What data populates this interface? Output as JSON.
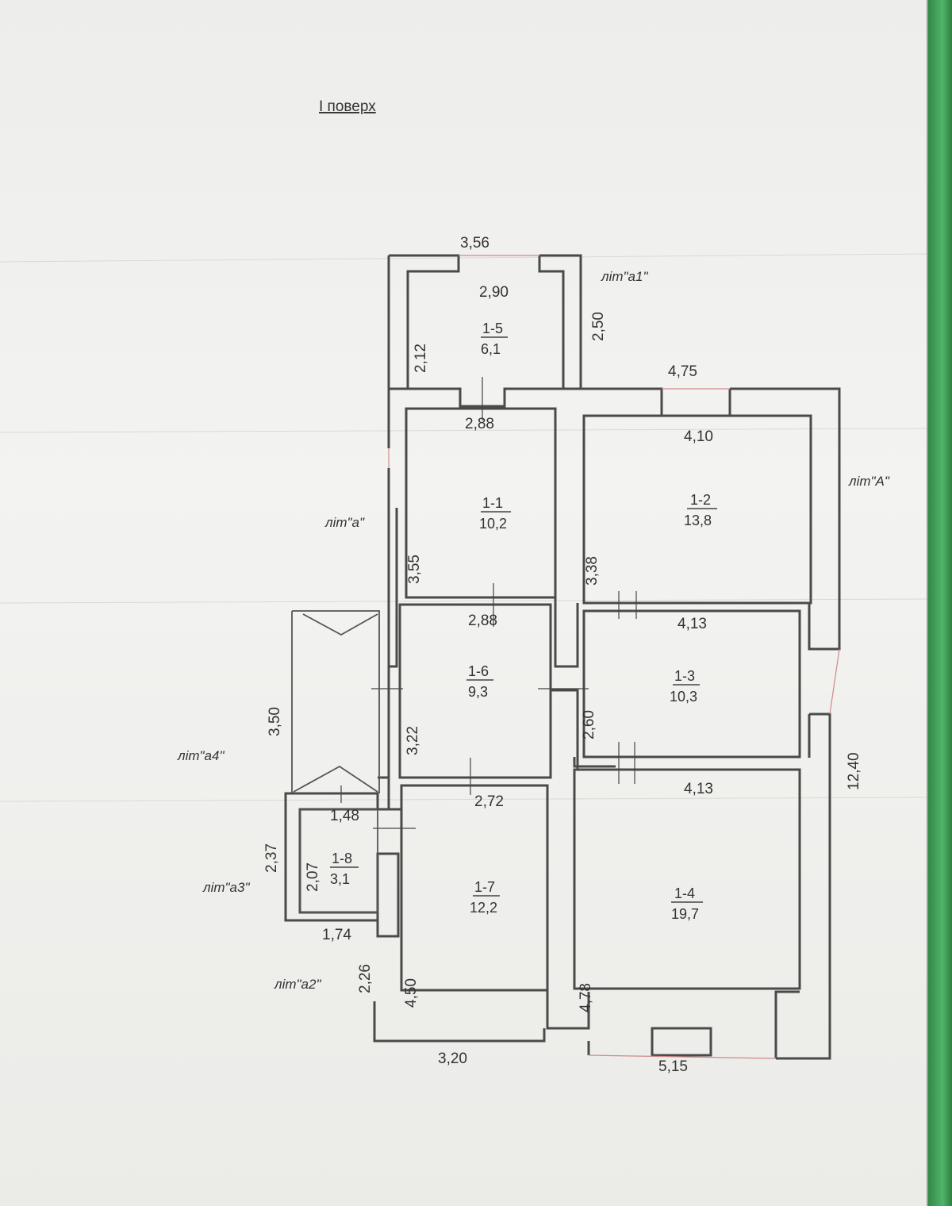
{
  "title": "I поверх",
  "literals": {
    "a": "літ\"а\"",
    "a1": "літ\"а1\"",
    "A": "літ\"А\"",
    "a2": "літ\"а2\"",
    "a3": "літ\"а3\"",
    "a4": "літ\"а4\""
  },
  "rooms": [
    {
      "id": "1-5",
      "area": "6,1"
    },
    {
      "id": "1-1",
      "area": "10,2"
    },
    {
      "id": "1-2",
      "area": "13,8"
    },
    {
      "id": "1-6",
      "area": "9,3"
    },
    {
      "id": "1-3",
      "area": "10,3"
    },
    {
      "id": "1-7",
      "area": "12,2"
    },
    {
      "id": "1-4",
      "area": "19,7"
    },
    {
      "id": "1-8",
      "area": "3,1"
    }
  ],
  "dimensions": {
    "top_a1_outer": "3,56",
    "room_1_5_width": "2,90",
    "room_1_5_height": "2,12",
    "a1_height": "2,50",
    "A_top": "4,75",
    "room_1_2_width": "4,10",
    "room_1_1_width": "2,88",
    "room_1_1_height": "3,55",
    "room_1_2_height": "3,38",
    "room_1_6_width": "2,88",
    "room_1_3_width": "4,13",
    "room_1_6_height": "3,22",
    "room_1_3_height": "2,60",
    "room_1_7_width": "2,72",
    "room_1_4_width": "4,13",
    "A_side": "12,40",
    "a4_height": "3,50",
    "room_1_8_width": "1,48",
    "room_1_8_height": "2,07",
    "a3_height": "2,37",
    "a3_bottom": "1,74",
    "a2_height": "2,26",
    "room_1_7_height": "4,50",
    "room_1_4_height": "4,78",
    "bottom_a": "3,20",
    "bottom_A": "5,15"
  }
}
